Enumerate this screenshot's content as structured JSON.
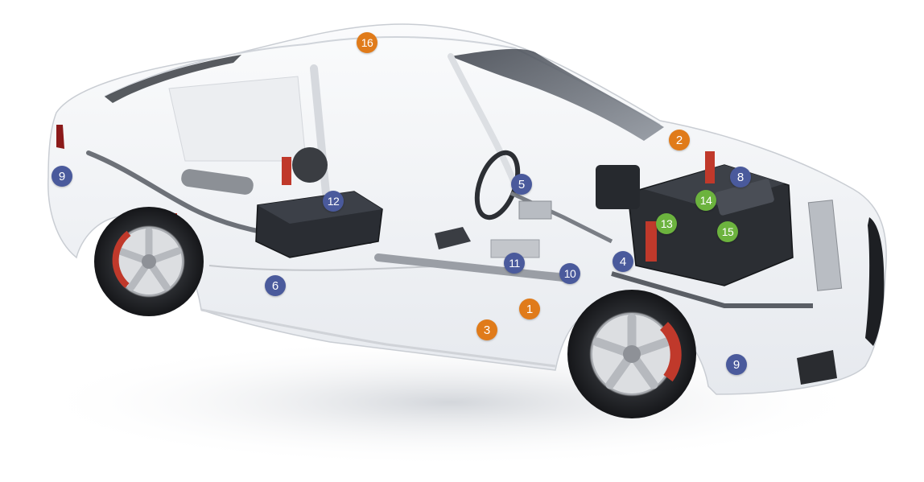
{
  "colors": {
    "orange": "#e07b1a",
    "blue": "#4a5a9c",
    "green": "#6cb33e"
  },
  "markers": [
    {
      "id": "m16",
      "label": "16",
      "color": "orange"
    },
    {
      "id": "m2",
      "label": "2",
      "color": "orange"
    },
    {
      "id": "m1",
      "label": "1",
      "color": "orange"
    },
    {
      "id": "m3",
      "label": "3",
      "color": "orange"
    },
    {
      "id": "m9a",
      "label": "9",
      "color": "blue"
    },
    {
      "id": "m9b",
      "label": "9",
      "color": "blue"
    },
    {
      "id": "m12",
      "label": "12",
      "color": "blue"
    },
    {
      "id": "m6",
      "label": "6",
      "color": "blue"
    },
    {
      "id": "m5",
      "label": "5",
      "color": "blue"
    },
    {
      "id": "m11",
      "label": "11",
      "color": "blue"
    },
    {
      "id": "m10",
      "label": "10",
      "color": "blue"
    },
    {
      "id": "m4",
      "label": "4",
      "color": "blue"
    },
    {
      "id": "m8",
      "label": "8",
      "color": "blue"
    },
    {
      "id": "m14",
      "label": "14",
      "color": "green"
    },
    {
      "id": "m13",
      "label": "13",
      "color": "green"
    },
    {
      "id": "m15",
      "label": "15",
      "color": "green"
    }
  ]
}
